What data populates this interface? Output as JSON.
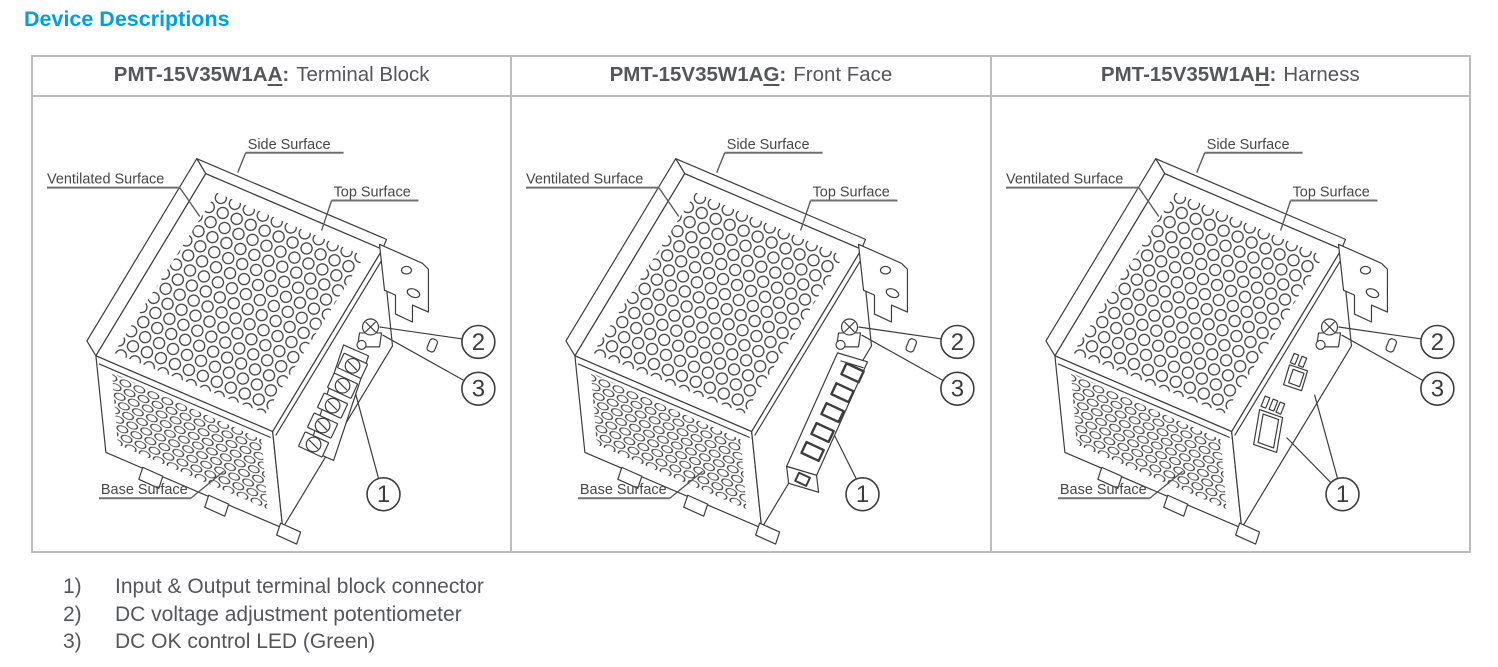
{
  "title": "Device Descriptions",
  "colors": {
    "accent": "#00A0E0",
    "table_border": "#BCBCBC",
    "body_text": "#55565A",
    "drawing_stroke": "#3D3D3D"
  },
  "table": {
    "colon": ":",
    "columns": [
      {
        "model": "PMT-15V35W1A",
        "variant_letter": "A",
        "type_label": "Terminal Block"
      },
      {
        "model": "PMT-15V35W1A",
        "variant_letter": "G",
        "type_label": "Front Face"
      },
      {
        "model": "PMT-15V35W1A",
        "variant_letter": "H",
        "type_label": "Harness"
      }
    ]
  },
  "diagram": {
    "labels": {
      "side": "Side Surface",
      "ventilated": "Ventilated Surface",
      "top": "Top Surface",
      "base": "Base Surface"
    },
    "callouts": {
      "one": "1",
      "two": "2",
      "three": "3"
    }
  },
  "notes": [
    {
      "num": "1)",
      "text": "Input & Output terminal block connector"
    },
    {
      "num": "2)",
      "text": "DC voltage adjustment potentiometer"
    },
    {
      "num": "3)",
      "text": "DC OK control LED (Green)"
    }
  ]
}
